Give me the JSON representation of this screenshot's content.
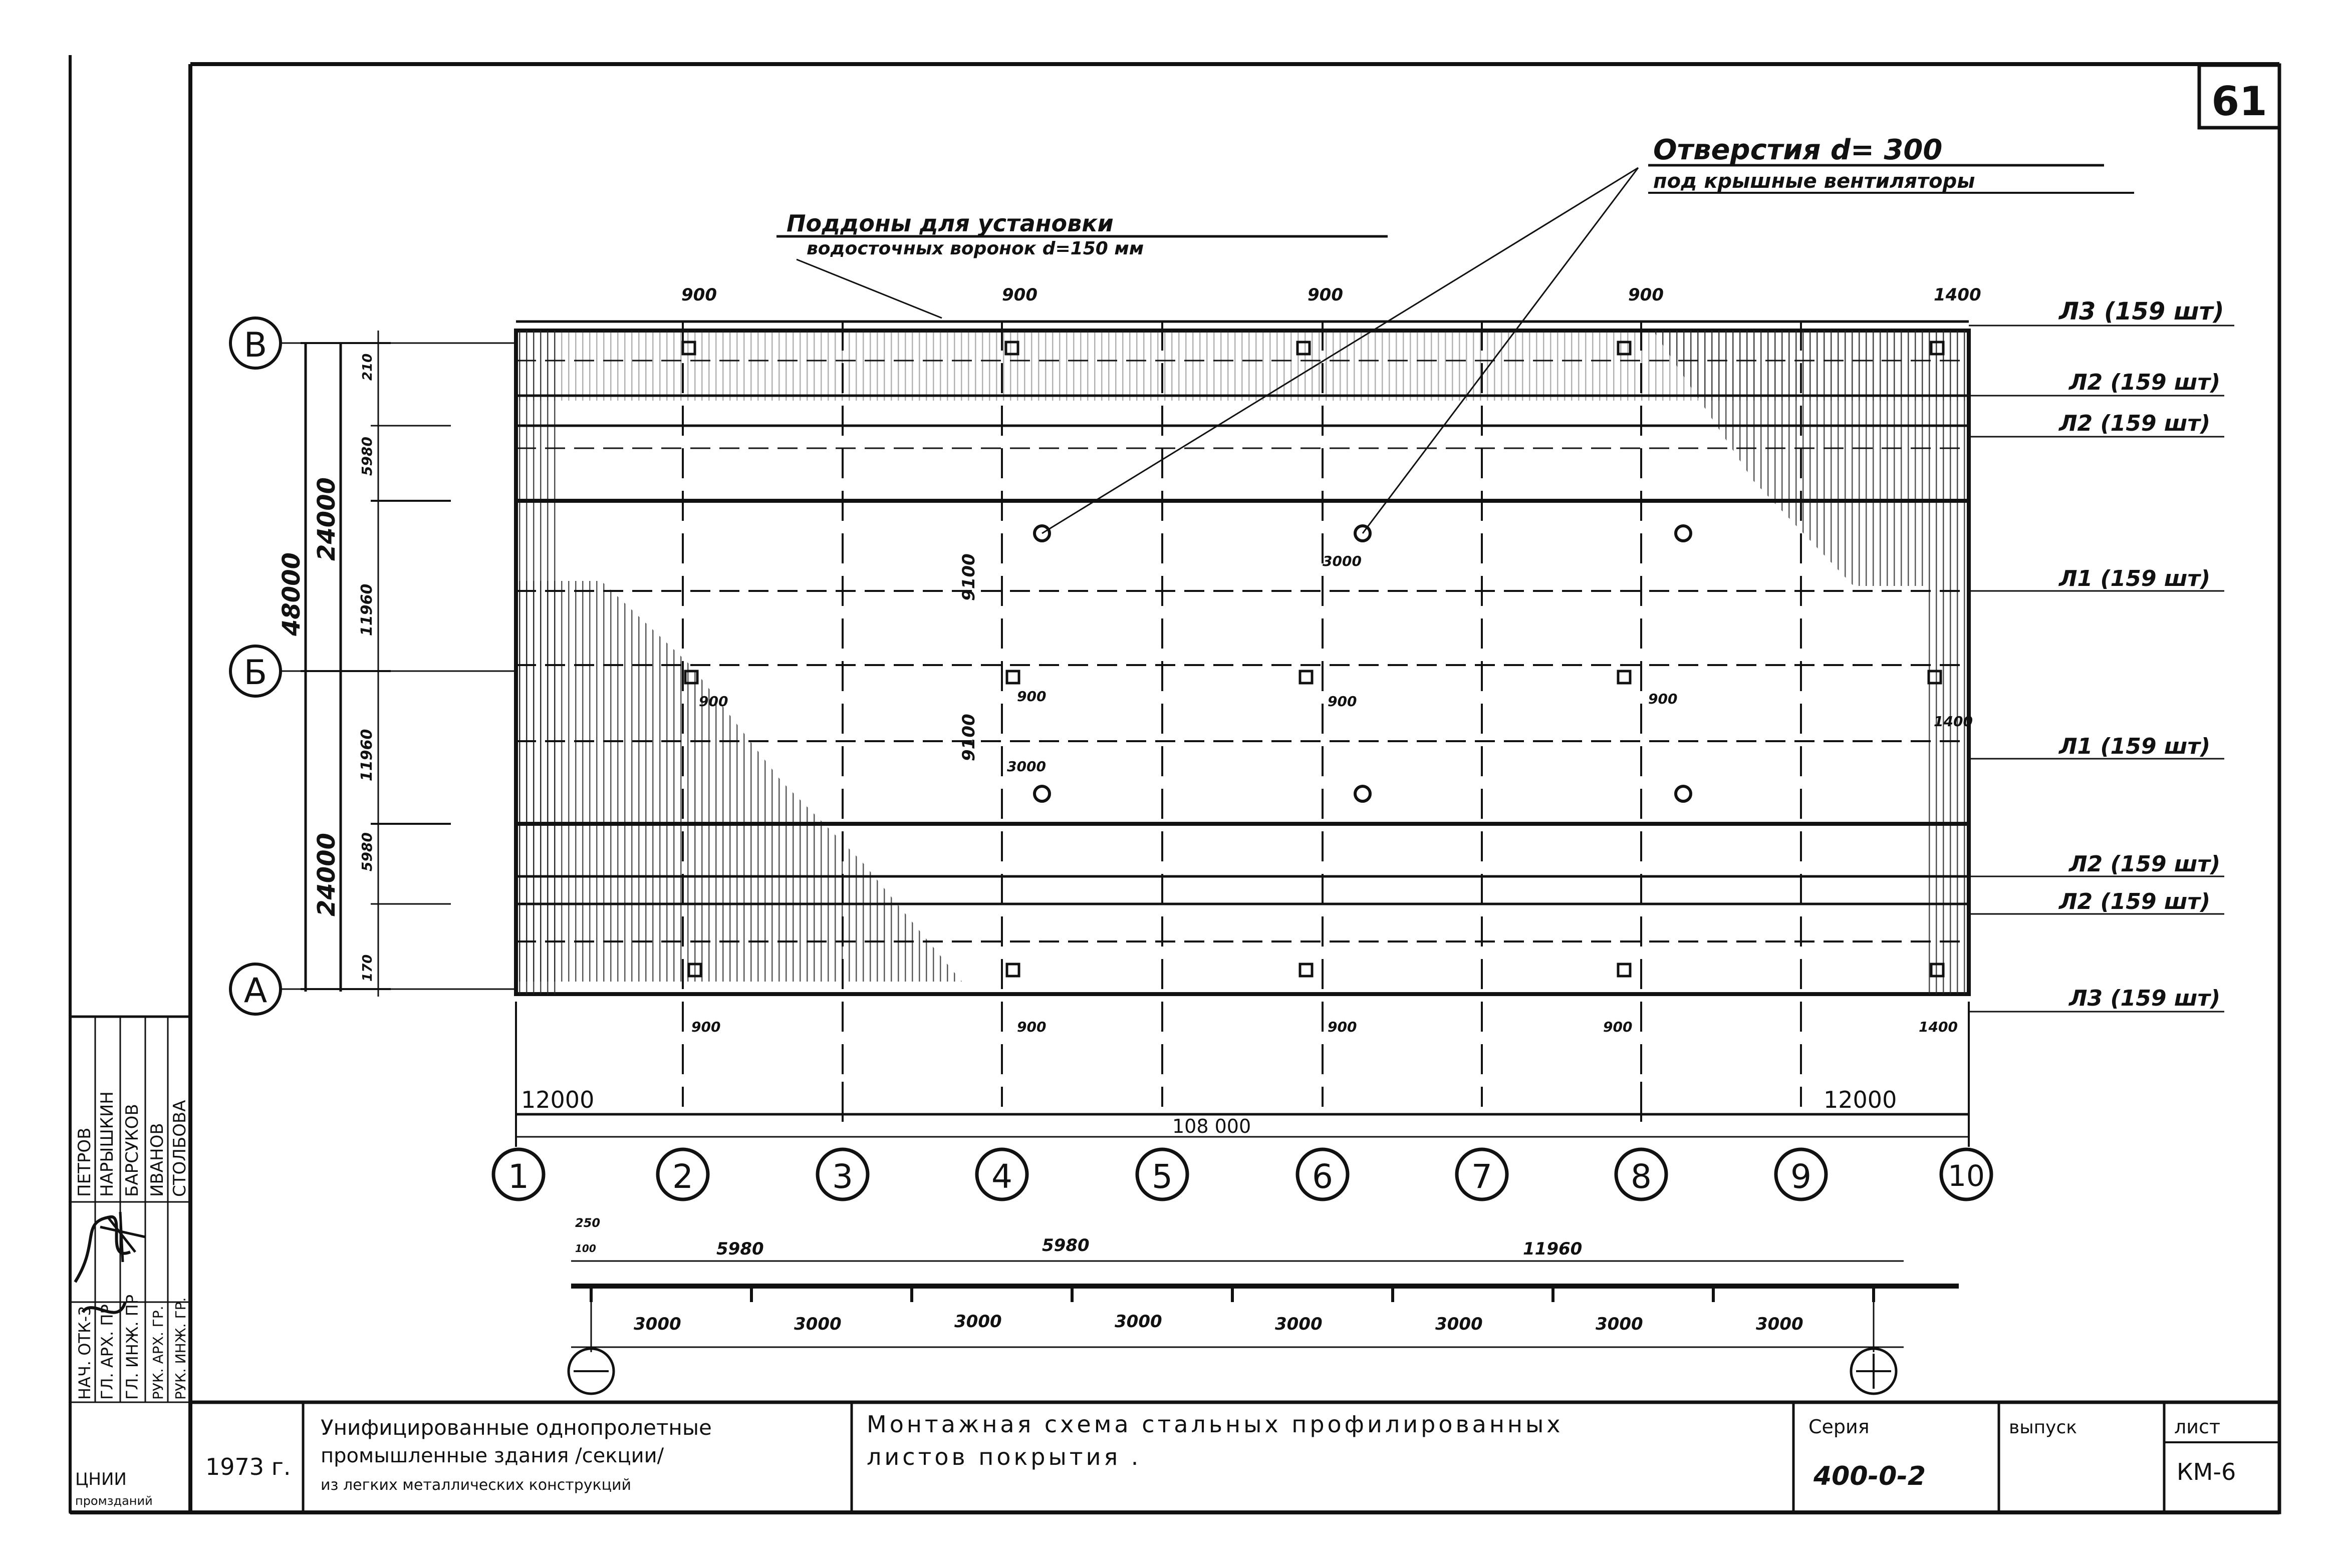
{
  "sheet_number": "61",
  "callouts": {
    "vent_title": "Отверстия  d= 300",
    "vent_sub": "под  крышные  вентиляторы",
    "tray_title": "Поддоны  для  установки",
    "tray_sub": "водосточных  воронок  d=150 мм"
  },
  "row_axes": [
    "В",
    "Б",
    "А"
  ],
  "col_axes": [
    "1",
    "2",
    "3",
    "4",
    "5",
    "6",
    "7",
    "8",
    "9",
    "10"
  ],
  "sheet_labels": [
    "Л3 (159 шт)",
    "Л2 (159 шт)",
    "Л2 (159 шт)",
    "Л1 (159 шт)",
    "Л1 (159 шт)",
    "Л2 (159 шт)",
    "Л2 (159 шт)",
    "Л3 (159 шт)"
  ],
  "dimensions": {
    "total_height": "48000",
    "half_upper": "24000",
    "half_lower": "24000",
    "sub_upper": "11960",
    "sub_lower": "11960",
    "strip": "5980",
    "small_a": "210",
    "small_b": "170",
    "total_length": "108 000",
    "end_left": "12000",
    "end_right": "12000",
    "edge_top_left": "900",
    "edge_right": "1400",
    "hole_spacing": "3000",
    "hole_offset": "9100",
    "tray_pitch": "900"
  },
  "bottom_detail": {
    "top_dims": [
      "5980",
      "5980",
      "11960"
    ],
    "corner_dim": "250",
    "corner_dim2": "100",
    "bottom_dims": [
      "3000",
      "3000",
      "3000",
      "3000",
      "3000",
      "3000",
      "3000",
      "3000"
    ]
  },
  "title_block": {
    "year": "1973 г.",
    "org": [
      "ЦНИИ",
      "промзданий"
    ],
    "roles": [
      "НАЧ. ОТК-3",
      "ГЛ. АРХ. ПР",
      "ГЛ. ИНЖ. ПР",
      "РУК. АРХ. ГР.",
      "РУК. ИНЖ. ГР."
    ],
    "names": [
      "ПЕТРОВ",
      "НАРЫШКИН",
      "БАРСУКОВ",
      "ИВАНОВ",
      "СТОЛБОВА"
    ],
    "project": [
      "Унифицированные однопролетные",
      "промышленные здания /секции/",
      "из легких металлических конструкций"
    ],
    "title": [
      "Монтажная  схема  стальных  профилированных",
      "листов  покрытия ."
    ],
    "series_label": "Серия",
    "series_value": "400-0-2",
    "issue_label": "выпуск",
    "sheet_label": "лист",
    "sheet_code": "КМ-6"
  }
}
